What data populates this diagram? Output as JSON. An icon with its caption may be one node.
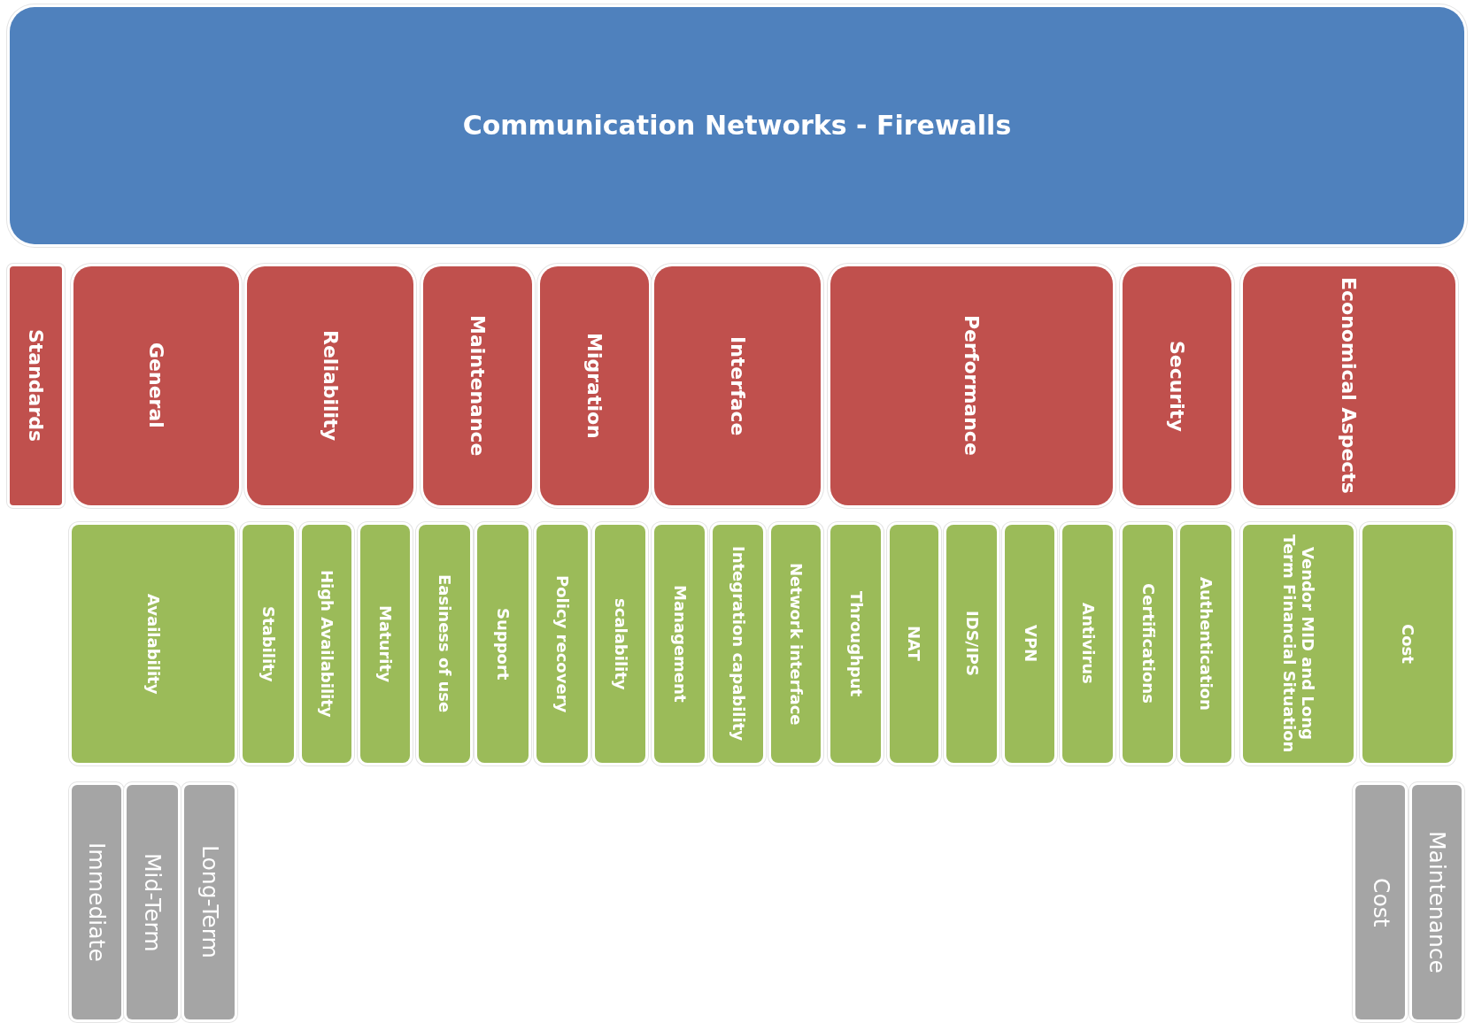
{
  "diagram": {
    "nodes": [
      {
        "text": [
          "Communication Networks - Firewalls"
        ]
      },
      {
        "text": [
          "Standards"
        ]
      },
      {
        "text": [
          "General"
        ]
      },
      {
        "text": [
          "Reliability"
        ]
      },
      {
        "text": [
          "Maintenance"
        ]
      },
      {
        "text": [
          "Migration"
        ]
      },
      {
        "text": [
          "Interface"
        ]
      },
      {
        "text": [
          "Performance"
        ]
      },
      {
        "text": [
          "Security"
        ]
      },
      {
        "text": [
          "Economical Aspects"
        ]
      },
      {
        "text": [
          "Availability"
        ]
      },
      {
        "text": [
          "Stability"
        ]
      },
      {
        "text": [
          "High Availability"
        ]
      },
      {
        "text": [
          "Maturity"
        ]
      },
      {
        "text": [
          "Easiness of use"
        ]
      },
      {
        "text": [
          "Support"
        ]
      },
      {
        "text": [
          "Policy recovery"
        ]
      },
      {
        "text": [
          "scalability"
        ]
      },
      {
        "text": [
          "Management"
        ]
      },
      {
        "text": [
          "Integration capability"
        ]
      },
      {
        "text": [
          "Network interface"
        ]
      },
      {
        "text": [
          "Throughput"
        ]
      },
      {
        "text": [
          "NAT"
        ]
      },
      {
        "text": [
          "IDS/IPS"
        ]
      },
      {
        "text": [
          "VPN"
        ]
      },
      {
        "text": [
          "Antivirus"
        ]
      },
      {
        "text": [
          "Certifications"
        ]
      },
      {
        "text": [
          "Authentication"
        ]
      },
      {
        "text": [
          "Vendor MID and Long Term Financial Situation"
        ]
      },
      {
        "text": [
          "Cost"
        ]
      },
      {
        "text": [
          "Immediate"
        ]
      },
      {
        "text": [
          "Mid-Term"
        ]
      },
      {
        "text": [
          "Long-Term"
        ]
      },
      {
        "text": [
          "Cost"
        ]
      },
      {
        "text": [
          "Maintenance"
        ]
      }
    ]
  }
}
